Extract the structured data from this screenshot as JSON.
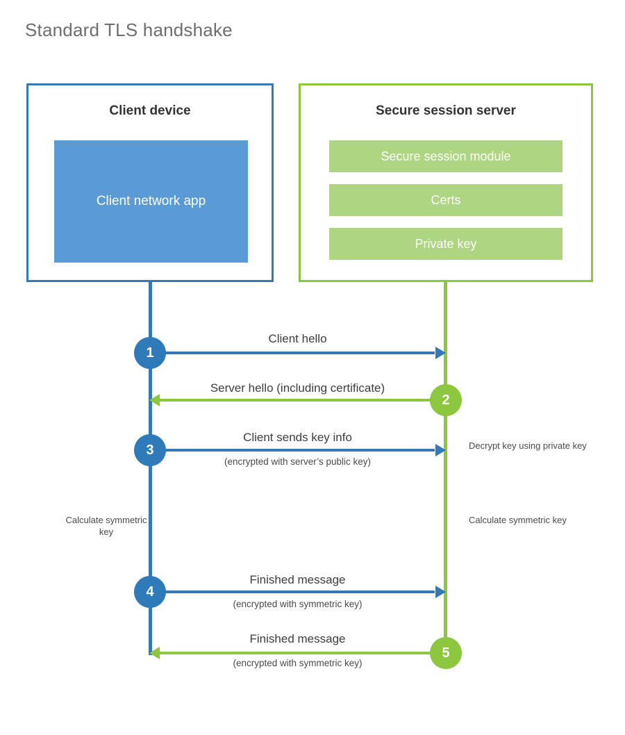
{
  "title": "Standard TLS handshake",
  "colors": {
    "client_blue": "#3479b5",
    "client_fill": "#5b9bd5",
    "server_green": "#8dc63f",
    "server_fill": "#aed581",
    "circle_blue": "#2f7ab8",
    "title_gray": "#6e6e6e",
    "text_dark": "#3d3d3d"
  },
  "client": {
    "title": "Client device",
    "app_label": "Client network app"
  },
  "server": {
    "title": "Secure session server",
    "blocks": [
      {
        "label": "Secure session module"
      },
      {
        "label": "Certs"
      },
      {
        "label": "Private key"
      }
    ]
  },
  "steps": [
    {
      "number": "1",
      "direction": "to-server",
      "label": "Client hello",
      "sublabel": ""
    },
    {
      "number": "2",
      "direction": "to-client",
      "label": "Server hello (including certificate)",
      "sublabel": ""
    },
    {
      "number": "3",
      "direction": "to-server",
      "label": "Client sends key info",
      "sublabel": "(encrypted with server’s public key)"
    },
    {
      "number": "4",
      "direction": "to-server",
      "label": "Finished message",
      "sublabel": "(encrypted with symmetric key)"
    },
    {
      "number": "5",
      "direction": "to-client",
      "label": "Finished message",
      "sublabel": "(encrypted with symmetric key)"
    }
  ],
  "annotations": {
    "decrypt_note": "Decrypt key using private key",
    "client_calc_note": "Calculate symmetric key",
    "server_calc_note": "Calculate symmetric key"
  }
}
